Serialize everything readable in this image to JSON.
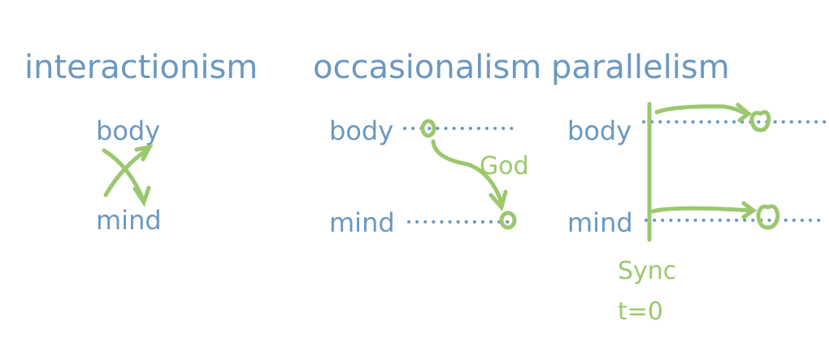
{
  "colors": {
    "text": "#6b98c0",
    "accent": "#9bc86e"
  },
  "panels": [
    {
      "title": "interactionism",
      "top_label": "body",
      "bottom_label": "mind"
    },
    {
      "title": "occasionalism",
      "top_label": "body",
      "bottom_label": "mind",
      "arrow_label": "God"
    },
    {
      "title": "parallelism",
      "top_label": "body",
      "bottom_label": "mind",
      "sync_label": "Sync",
      "time_label": "t=0"
    }
  ]
}
